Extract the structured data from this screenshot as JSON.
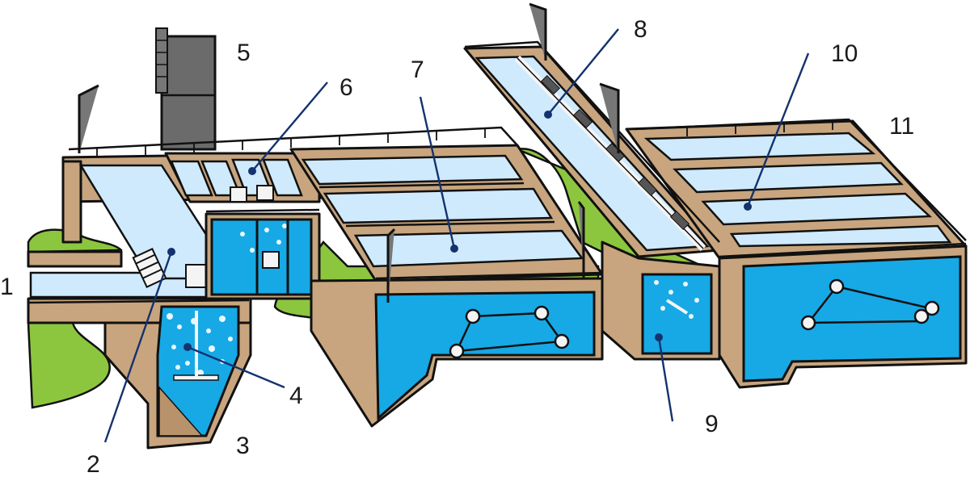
{
  "diagram": {
    "labels": [
      {
        "id": "1",
        "text": "1"
      },
      {
        "id": "2",
        "text": "2"
      },
      {
        "id": "3",
        "text": "3"
      },
      {
        "id": "4",
        "text": "4"
      },
      {
        "id": "5",
        "text": "5"
      },
      {
        "id": "6",
        "text": "6"
      },
      {
        "id": "7",
        "text": "7"
      },
      {
        "id": "8",
        "text": "8"
      },
      {
        "id": "9",
        "text": "9"
      },
      {
        "id": "10",
        "text": "10"
      },
      {
        "id": "11",
        "text": "11"
      }
    ],
    "colors": {
      "concrete": "#c8a57e",
      "water": "#16a9e6",
      "water_surface": "#cfeafc",
      "grass": "#8cc63f",
      "leader_line": "#14326e",
      "machine": "#6b6b6b"
    }
  }
}
